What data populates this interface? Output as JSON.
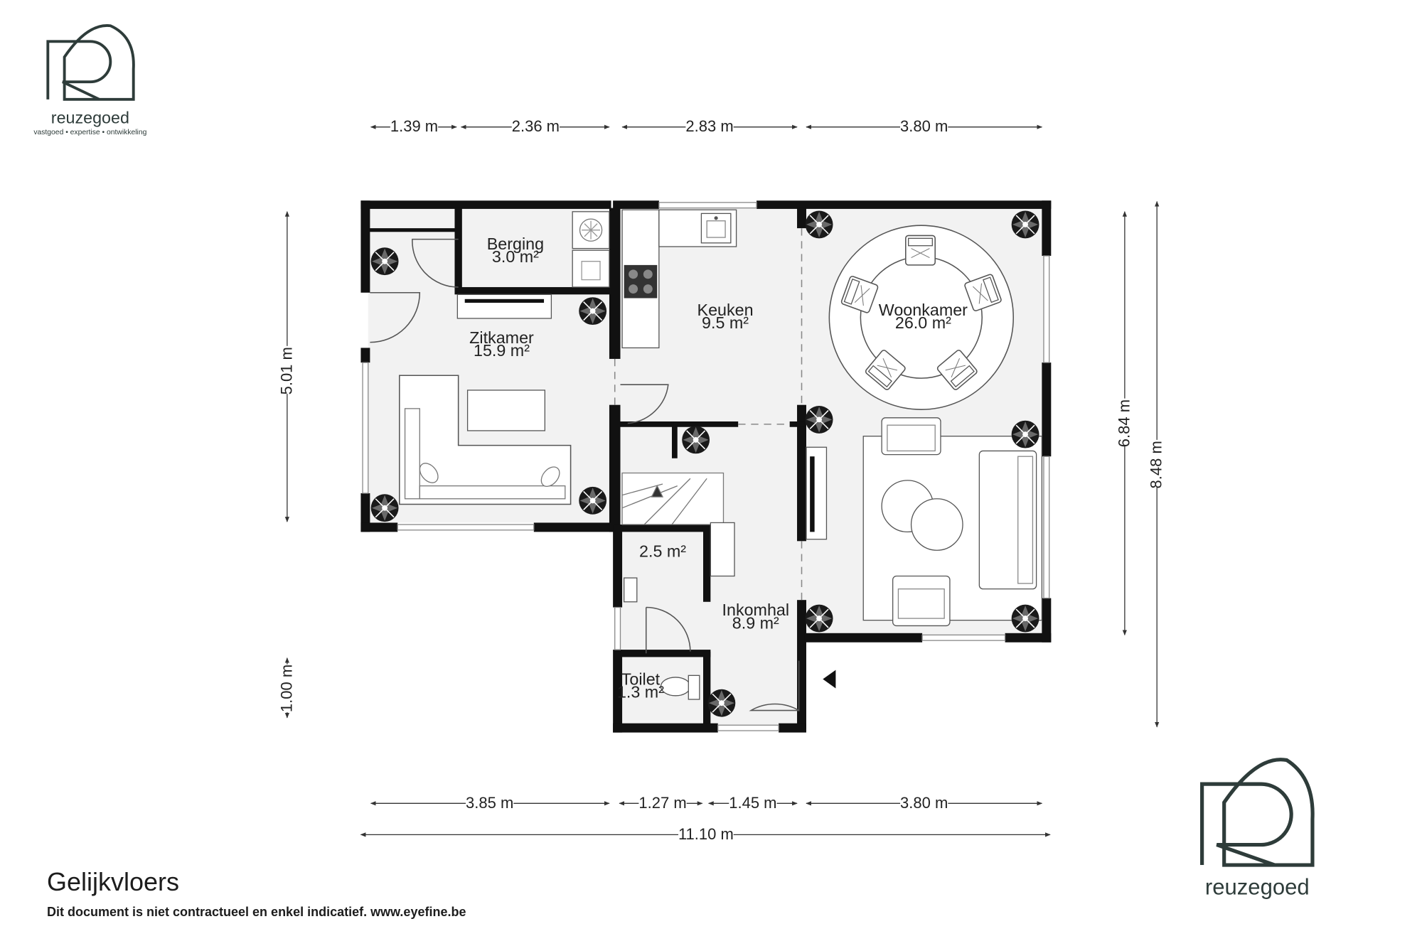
{
  "brand": {
    "name": "reuzegoed",
    "tagline": "vastgoed • expertise • ontwikkeling"
  },
  "document": {
    "title": "Gelijkvloers",
    "disclaimer": "Dit document is niet contractueel en enkel indicatief. www.eyefine.be"
  },
  "rooms": [
    {
      "id": "berging",
      "name": "Berging",
      "area": "3.0 m²"
    },
    {
      "id": "keuken",
      "name": "Keuken",
      "area": "9.5 m²"
    },
    {
      "id": "woonkamer",
      "name": "Woonkamer",
      "area": "26.0 m²"
    },
    {
      "id": "zitkamer",
      "name": "Zitkamer",
      "area": "15.9 m²"
    },
    {
      "id": "berging2",
      "name": "",
      "area": "2.5 m²"
    },
    {
      "id": "inkomhal",
      "name": "Inkomhal",
      "area": "8.9 m²"
    },
    {
      "id": "toilet",
      "name": "Toilet",
      "area": "1.3 m²"
    }
  ],
  "dimensions": {
    "top": [
      "1.39 m",
      "2.36 m",
      "2.83 m",
      "3.80 m"
    ],
    "bottom": [
      "3.85 m",
      "1.27 m",
      "1.45 m",
      "3.80 m"
    ],
    "total": "11.10 m",
    "left": [
      "5.01 m",
      "1.00 m"
    ],
    "right": [
      "6.84 m",
      "8.48 m"
    ]
  },
  "colors": {
    "wall": "#111111",
    "floor": "#f2f2f2",
    "line": "#555555",
    "brand": "#2e3c3a"
  },
  "icons": [
    "plant-icon",
    "armchair-icon",
    "sofa-icon",
    "stove-icon",
    "sink-icon",
    "toilet-icon",
    "entrance-arrow-icon"
  ]
}
